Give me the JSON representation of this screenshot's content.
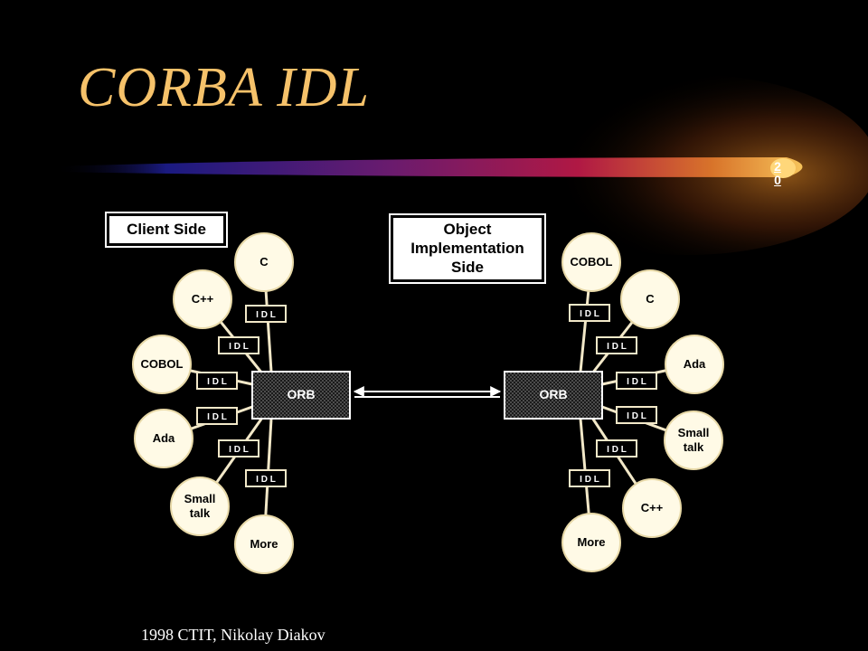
{
  "title": "CORBA IDL",
  "slide_number": [
    "2",
    "0"
  ],
  "labels": {
    "client_side": "Client Side",
    "object_side": [
      "Object",
      "Implementation",
      "Side"
    ]
  },
  "idl_label": "I D L",
  "client": {
    "orb": "ORB",
    "languages": [
      {
        "lines": [
          "C"
        ]
      },
      {
        "lines": [
          "C++"
        ]
      },
      {
        "lines": [
          "COBOL"
        ]
      },
      {
        "lines": [
          "Ada"
        ]
      },
      {
        "lines": [
          "Small",
          "talk"
        ]
      },
      {
        "lines": [
          "More"
        ]
      }
    ]
  },
  "server": {
    "orb": "ORB",
    "languages": [
      {
        "lines": [
          "COBOL"
        ]
      },
      {
        "lines": [
          "C"
        ]
      },
      {
        "lines": [
          "Ada"
        ]
      },
      {
        "lines": [
          "Small",
          "talk"
        ]
      },
      {
        "lines": [
          "C++"
        ]
      },
      {
        "lines": [
          "More"
        ]
      }
    ]
  },
  "footer": "1998 CTIT, Nikolay Diakov",
  "colors": {
    "title": "#f6c26a",
    "node_fill": "#fffae6",
    "node_stroke": "#e8d9a8",
    "line": "#f2e8c8"
  }
}
